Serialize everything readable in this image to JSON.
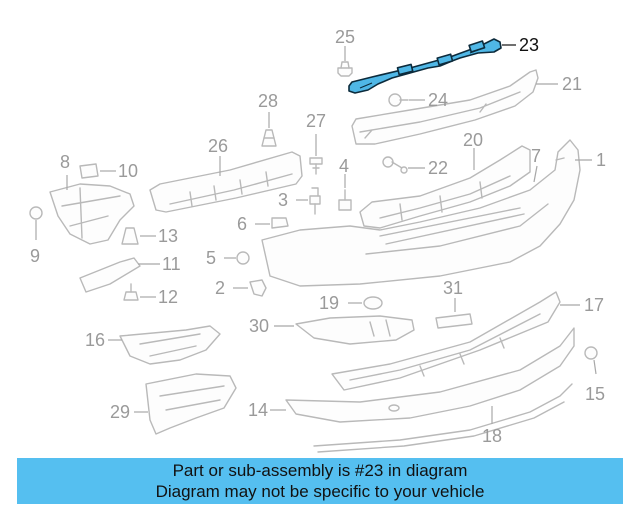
{
  "diagram": {
    "highlighted_part": "23",
    "callouts": {
      "c1": "1",
      "c2": "2",
      "c3": "3",
      "c4": "4",
      "c5": "5",
      "c6": "6",
      "c7": "7",
      "c8": "8",
      "c9": "9",
      "c10": "10",
      "c11": "11",
      "c12": "12",
      "c13": "13",
      "c14": "14",
      "c15": "15",
      "c16": "16",
      "c17": "17",
      "c18": "18",
      "c19": "19",
      "c20": "20",
      "c21": "21",
      "c22": "22",
      "c23": "23",
      "c24": "24",
      "c25": "25",
      "c26": "26",
      "c27": "27",
      "c28": "28",
      "c29": "29",
      "c30": "30",
      "c31": "31"
    }
  },
  "banner": {
    "line1": "Part or sub-assembly is #23 in diagram",
    "line2": "Diagram may not be specific to your vehicle",
    "color": "#55bff0"
  },
  "colors": {
    "highlight": "#4fb7e6",
    "outline": "#b9b9b9",
    "callout": "#9a9a9a"
  }
}
